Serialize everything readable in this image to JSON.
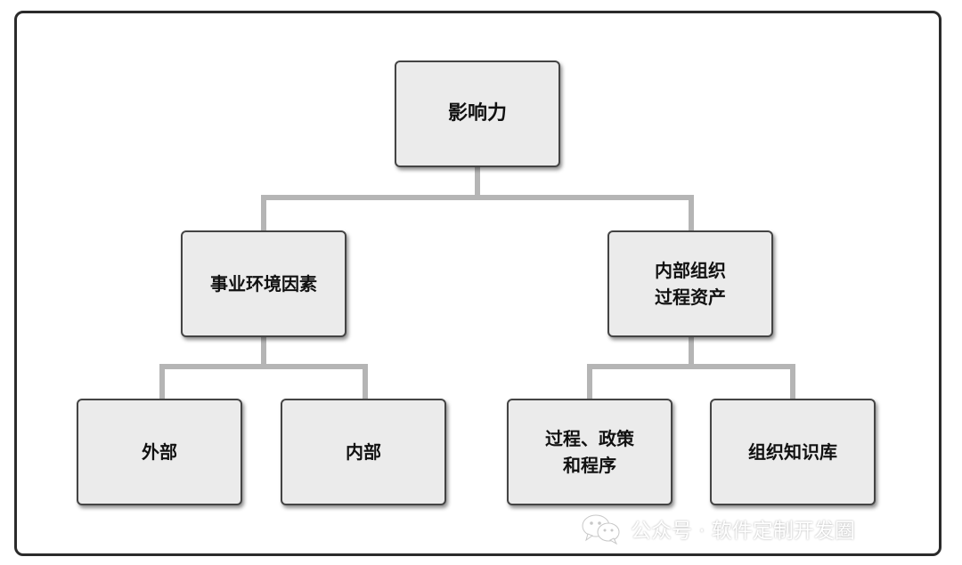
{
  "diagram": {
    "root": "影响力",
    "branches": [
      {
        "label": "事业环境因素",
        "children": [
          "外部",
          "内部"
        ]
      },
      {
        "label": "内部组织\n过程资产",
        "children": [
          "过程、政策\n和程序",
          "组织知识库"
        ]
      }
    ]
  },
  "watermark": {
    "text": "公众号 · 软件定制开发圈",
    "icon": "wechat-logo-icon"
  },
  "colors": {
    "node_fill": "#ebebeb",
    "node_border": "#444444",
    "connector": "#b5b5b5",
    "frame": "#2b2b2b"
  }
}
